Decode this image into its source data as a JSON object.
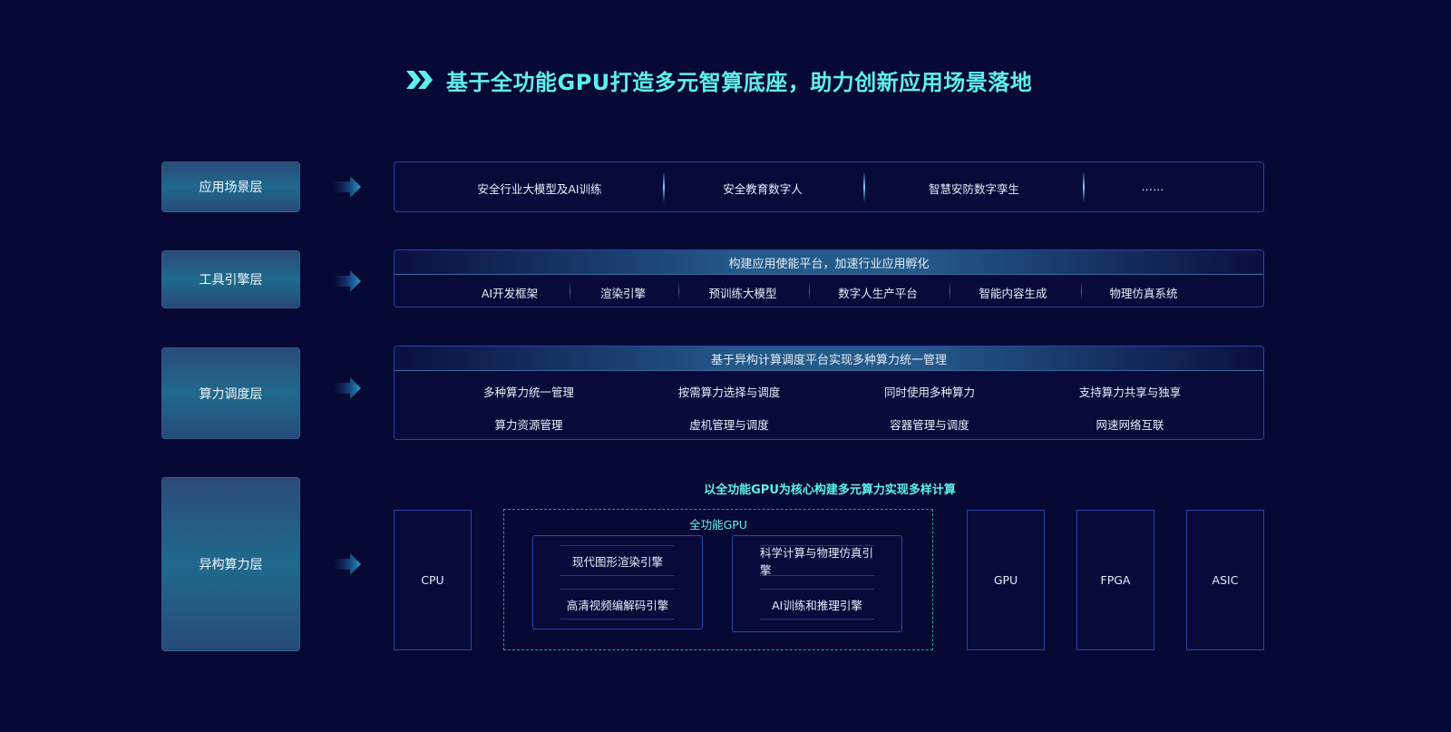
{
  "title": "基于全功能GPU打造多元智算底座，助力创新应用场景落地",
  "layers": [
    {
      "label": "应用场景层",
      "items": [
        "安全行业大模型及AI训练",
        "安全教育数字人",
        "智慧安防数字孪生",
        "……"
      ]
    },
    {
      "label": "工具引擎层",
      "header": "构建应用使能平台，加速行业应用孵化",
      "items": [
        "AI开发框架",
        "渲染引擎",
        "预训练大模型",
        "数字人生产平台",
        "智能内容生成",
        "物理仿真系统"
      ]
    },
    {
      "label": "算力调度层",
      "header": "基于异构计算调度平台实现多种算力统一管理",
      "items": [
        "多种算力统一管理",
        "按需算力选择与调度",
        "同时使用多种算力",
        "支持算力共享与独享",
        "算力资源管理",
        "虚机管理与调度",
        "容器管理与调度",
        "网速网络互联"
      ]
    },
    {
      "label": "异构算力层",
      "header": "以全功能GPU为核心构建多元算力实现多样计算",
      "chips": [
        "CPU",
        "GPU",
        "FPGA",
        "ASIC"
      ],
      "gpu_title": "全功能GPU",
      "engines": [
        "现代图形渲染引擎",
        "高清视频编解码引擎",
        "科学计算与物理仿真引擎",
        "AI训练和推理引擎"
      ]
    }
  ],
  "colors": {
    "background": "#070935",
    "accent": "#5ef0ee",
    "border": "#2844b0"
  }
}
